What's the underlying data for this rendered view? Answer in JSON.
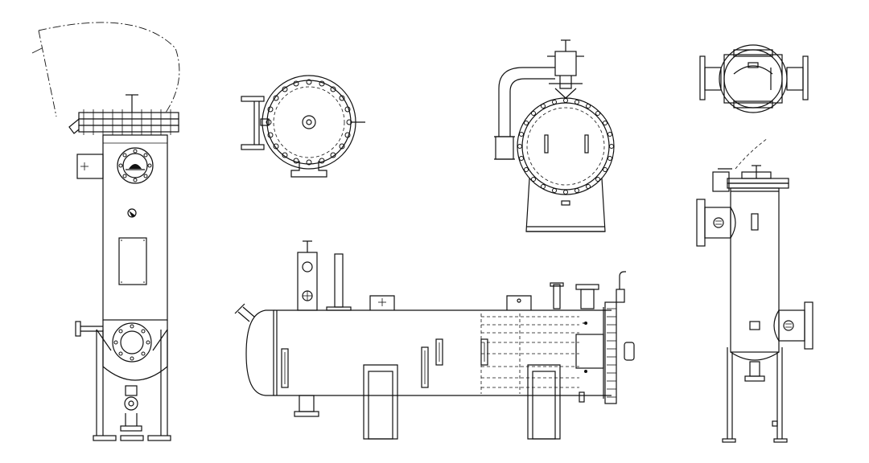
{
  "drawing": {
    "background": "#ffffff",
    "line_color": "#111111",
    "views": [
      {
        "id": "vertical-filter-front-view",
        "icon": "filter-vessel-icon"
      },
      {
        "id": "flange-end-view",
        "icon": "flange-icon"
      },
      {
        "id": "heat-exchanger-end-view",
        "icon": "exchanger-end-icon"
      },
      {
        "id": "horizontal-vessel-side-view",
        "icon": "horizontal-vessel-icon"
      },
      {
        "id": "basket-strainer-top-view",
        "icon": "strainer-top-icon"
      },
      {
        "id": "basket-strainer-side-view",
        "icon": "strainer-side-icon"
      }
    ]
  }
}
